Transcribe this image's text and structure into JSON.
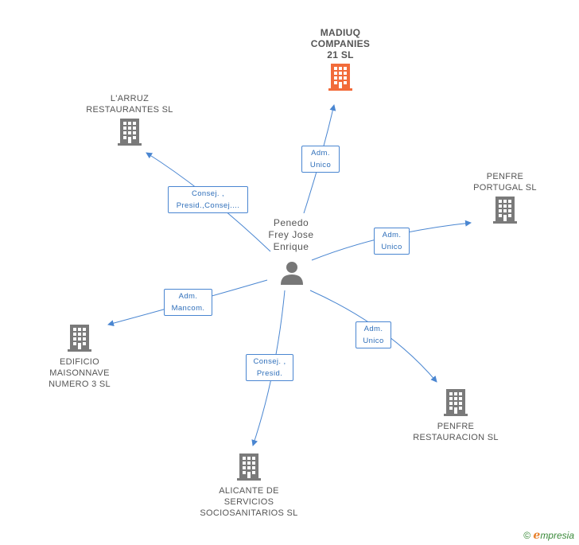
{
  "person": {
    "name": "Penedo\nFrey Jose\nEnrique"
  },
  "companies": [
    {
      "id": "madiuq",
      "name": "MADIUQ\nCOMPANIES\n21 SL",
      "main": true
    },
    {
      "id": "larruz",
      "name": "L'ARRUZ\nRESTAURANTES SL"
    },
    {
      "id": "penfre-portugal",
      "name": "PENFRE\nPORTUGAL SL"
    },
    {
      "id": "edificio",
      "name": "EDIFICIO\nMAISONNAVE\nNUMERO 3 SL"
    },
    {
      "id": "penfre-restauracion",
      "name": "PENFRE\nRESTAURACION SL"
    },
    {
      "id": "alicante",
      "name": "ALICANTE DE\nSERVICIOS\nSOCIOSANITARIOS SL"
    }
  ],
  "relations": [
    {
      "to": "madiuq",
      "label": "Adm.\nUnico"
    },
    {
      "to": "larruz",
      "label": "Consej. ,\nPresid.,Consej...."
    },
    {
      "to": "penfre-portugal",
      "label": "Adm.\nUnico"
    },
    {
      "to": "edificio",
      "label": "Adm.\nMancom."
    },
    {
      "to": "penfre-restauracion",
      "label": "Adm.\nUnico"
    },
    {
      "to": "alicante",
      "label": "Consej. ,\nPresid."
    }
  ],
  "colors": {
    "main_company": "#f26b3a",
    "company": "#7a7a7a",
    "edge": "#4a86d1",
    "person": "#777777"
  },
  "footer": {
    "copyright": "©",
    "brand_initial": "e",
    "brand_rest": "mpresia"
  }
}
